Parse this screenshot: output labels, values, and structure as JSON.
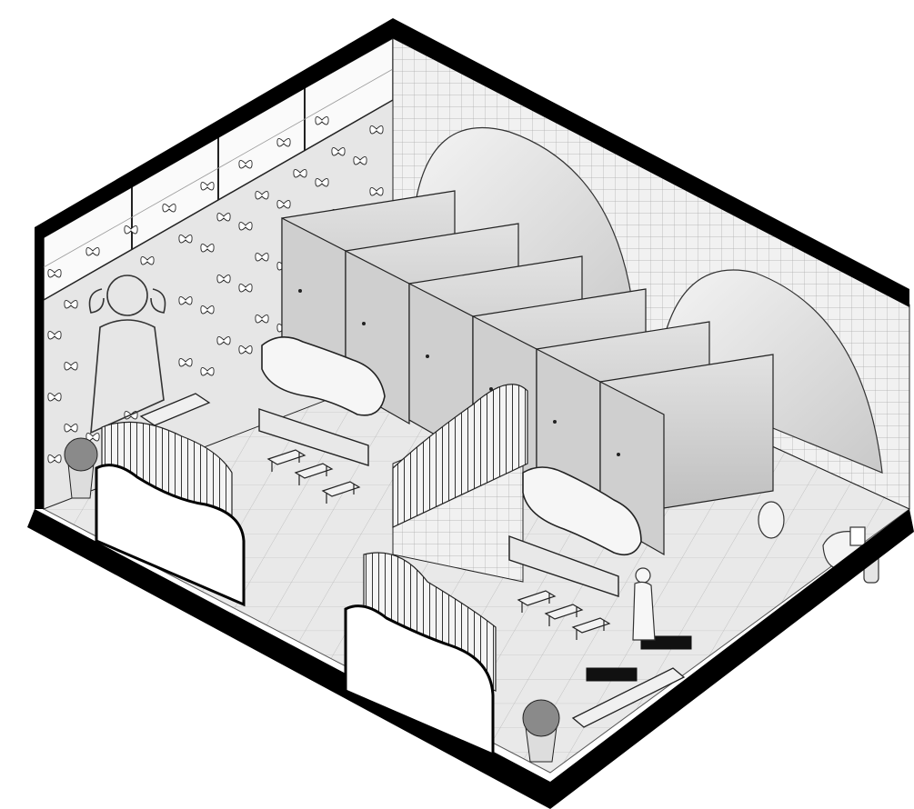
{
  "drawing": {
    "style": "isometric section drawing",
    "palette": {
      "wall": "#000000",
      "floor": "#e9e9e9",
      "floor_grid": "#bdbdbd",
      "tile_wall": "#f1f1f1",
      "tile_line": "#a9a9a9",
      "partition": "#d6d6d6",
      "partition_dark": "#b9b9b9",
      "arch": "#dadada",
      "outline": "#1a1a1a",
      "plant": "#7a7a7a"
    },
    "rooms": [
      {
        "name": "left-washroom",
        "features": [
          "butterfly-wallpaper",
          "silhouette-mural",
          "wavy-mirror",
          "wash-trough",
          "step-stools",
          "bench",
          "potted-plant"
        ]
      },
      {
        "name": "right-washroom",
        "features": [
          "toilet-stalls",
          "arched-wall-mural",
          "wavy-mirror",
          "wash-trough",
          "step-stools",
          "coat-racks",
          "bench",
          "potted-plant",
          "child-figure"
        ]
      }
    ],
    "stall_count": 6
  }
}
